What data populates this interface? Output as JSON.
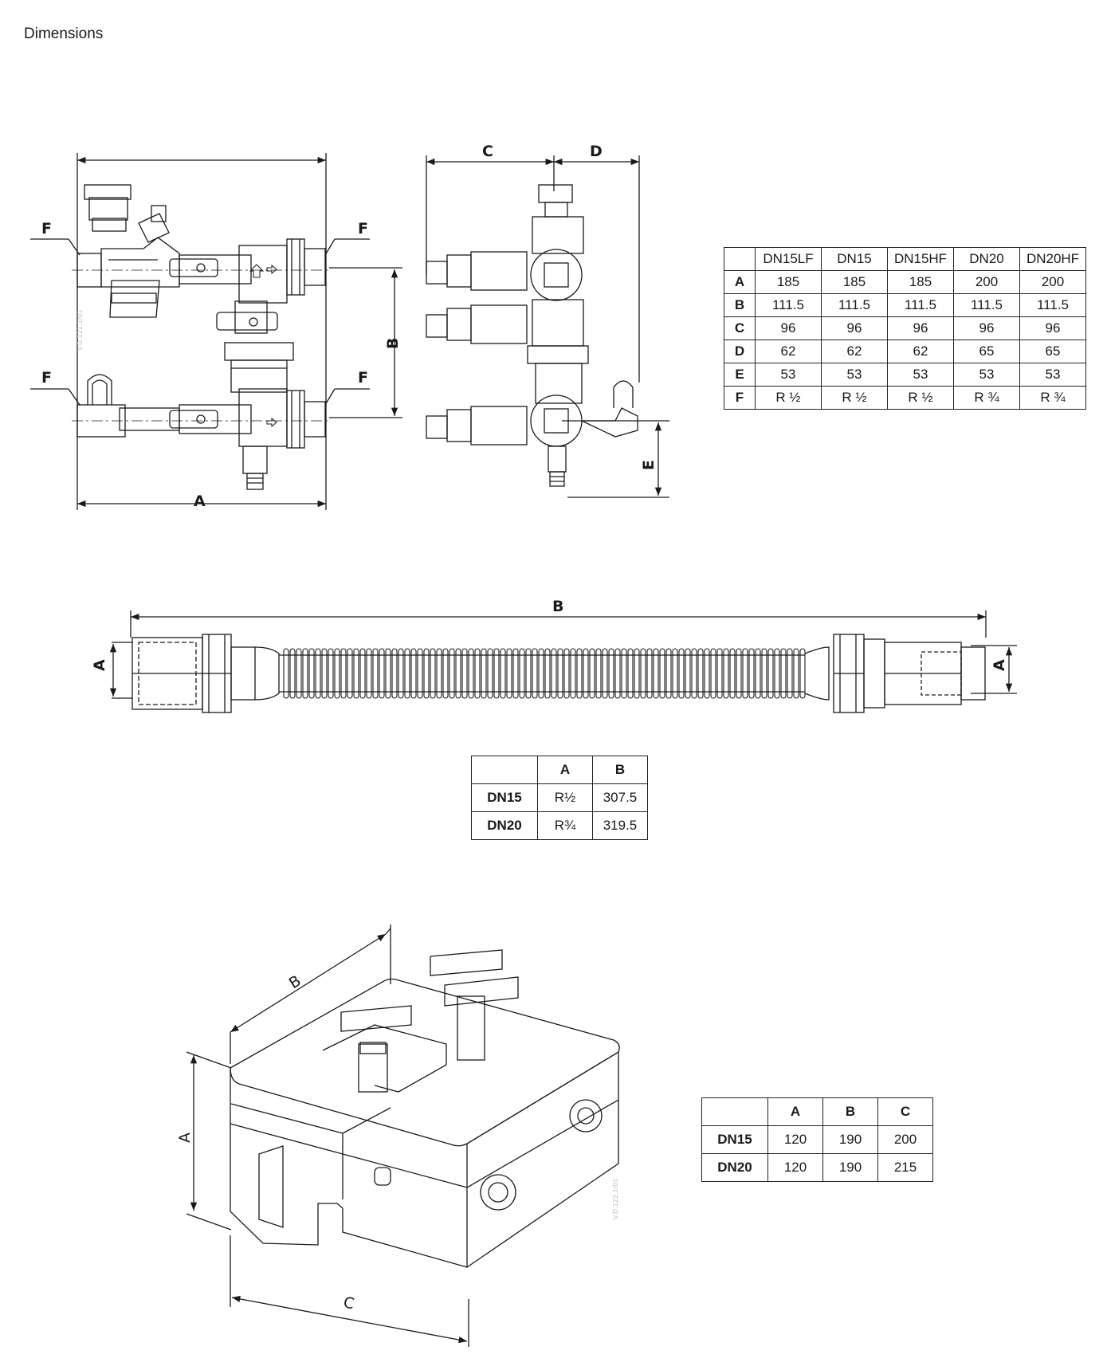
{
  "page": {
    "title": "Dimensions"
  },
  "drawing1": {
    "front_view_labels": {
      "F_top_left": "F",
      "F_top_right": "F",
      "F_bottom_left": "F",
      "F_bottom_right": "F",
      "A": "A",
      "B": "B"
    },
    "side_view_labels": {
      "C": "C",
      "D": "D",
      "E": "E"
    },
    "ref_code": "V.D.121.1/01"
  },
  "table1": {
    "columns": [
      "",
      "DN15LF",
      "DN15",
      "DN15HF",
      "DN20",
      "DN20HF"
    ],
    "rows": [
      {
        "label": "A",
        "values": [
          "185",
          "185",
          "185",
          "200",
          "200"
        ]
      },
      {
        "label": "B",
        "values": [
          "111.5",
          "111.5",
          "111.5",
          "111.5",
          "111.5"
        ]
      },
      {
        "label": "C",
        "values": [
          "96",
          "96",
          "96",
          "96",
          "96"
        ]
      },
      {
        "label": "D",
        "values": [
          "62",
          "62",
          "62",
          "65",
          "65"
        ]
      },
      {
        "label": "E",
        "values": [
          "53",
          "53",
          "53",
          "53",
          "53"
        ]
      },
      {
        "label": "F",
        "values": [
          "R ½",
          "R ½",
          "R ½",
          "R ¾",
          "R ¾"
        ]
      }
    ]
  },
  "drawing2": {
    "labels": {
      "B": "B",
      "A_left": "A",
      "A_right": "A"
    }
  },
  "table2": {
    "columns": [
      "",
      "A",
      "B"
    ],
    "rows": [
      {
        "label": "DN15",
        "values": [
          "R½",
          "307.5"
        ]
      },
      {
        "label": "DN20",
        "values": [
          "R¾",
          "319.5"
        ]
      }
    ]
  },
  "drawing3": {
    "labels": {
      "A": "A",
      "B": "B",
      "C": "C"
    },
    "ref_code": "V.D.122.1/01"
  },
  "table3": {
    "columns": [
      "",
      "A",
      "B",
      "C"
    ],
    "rows": [
      {
        "label": "DN15",
        "values": [
          "120",
          "190",
          "200"
        ]
      },
      {
        "label": "DN20",
        "values": [
          "120",
          "190",
          "215"
        ]
      }
    ]
  }
}
